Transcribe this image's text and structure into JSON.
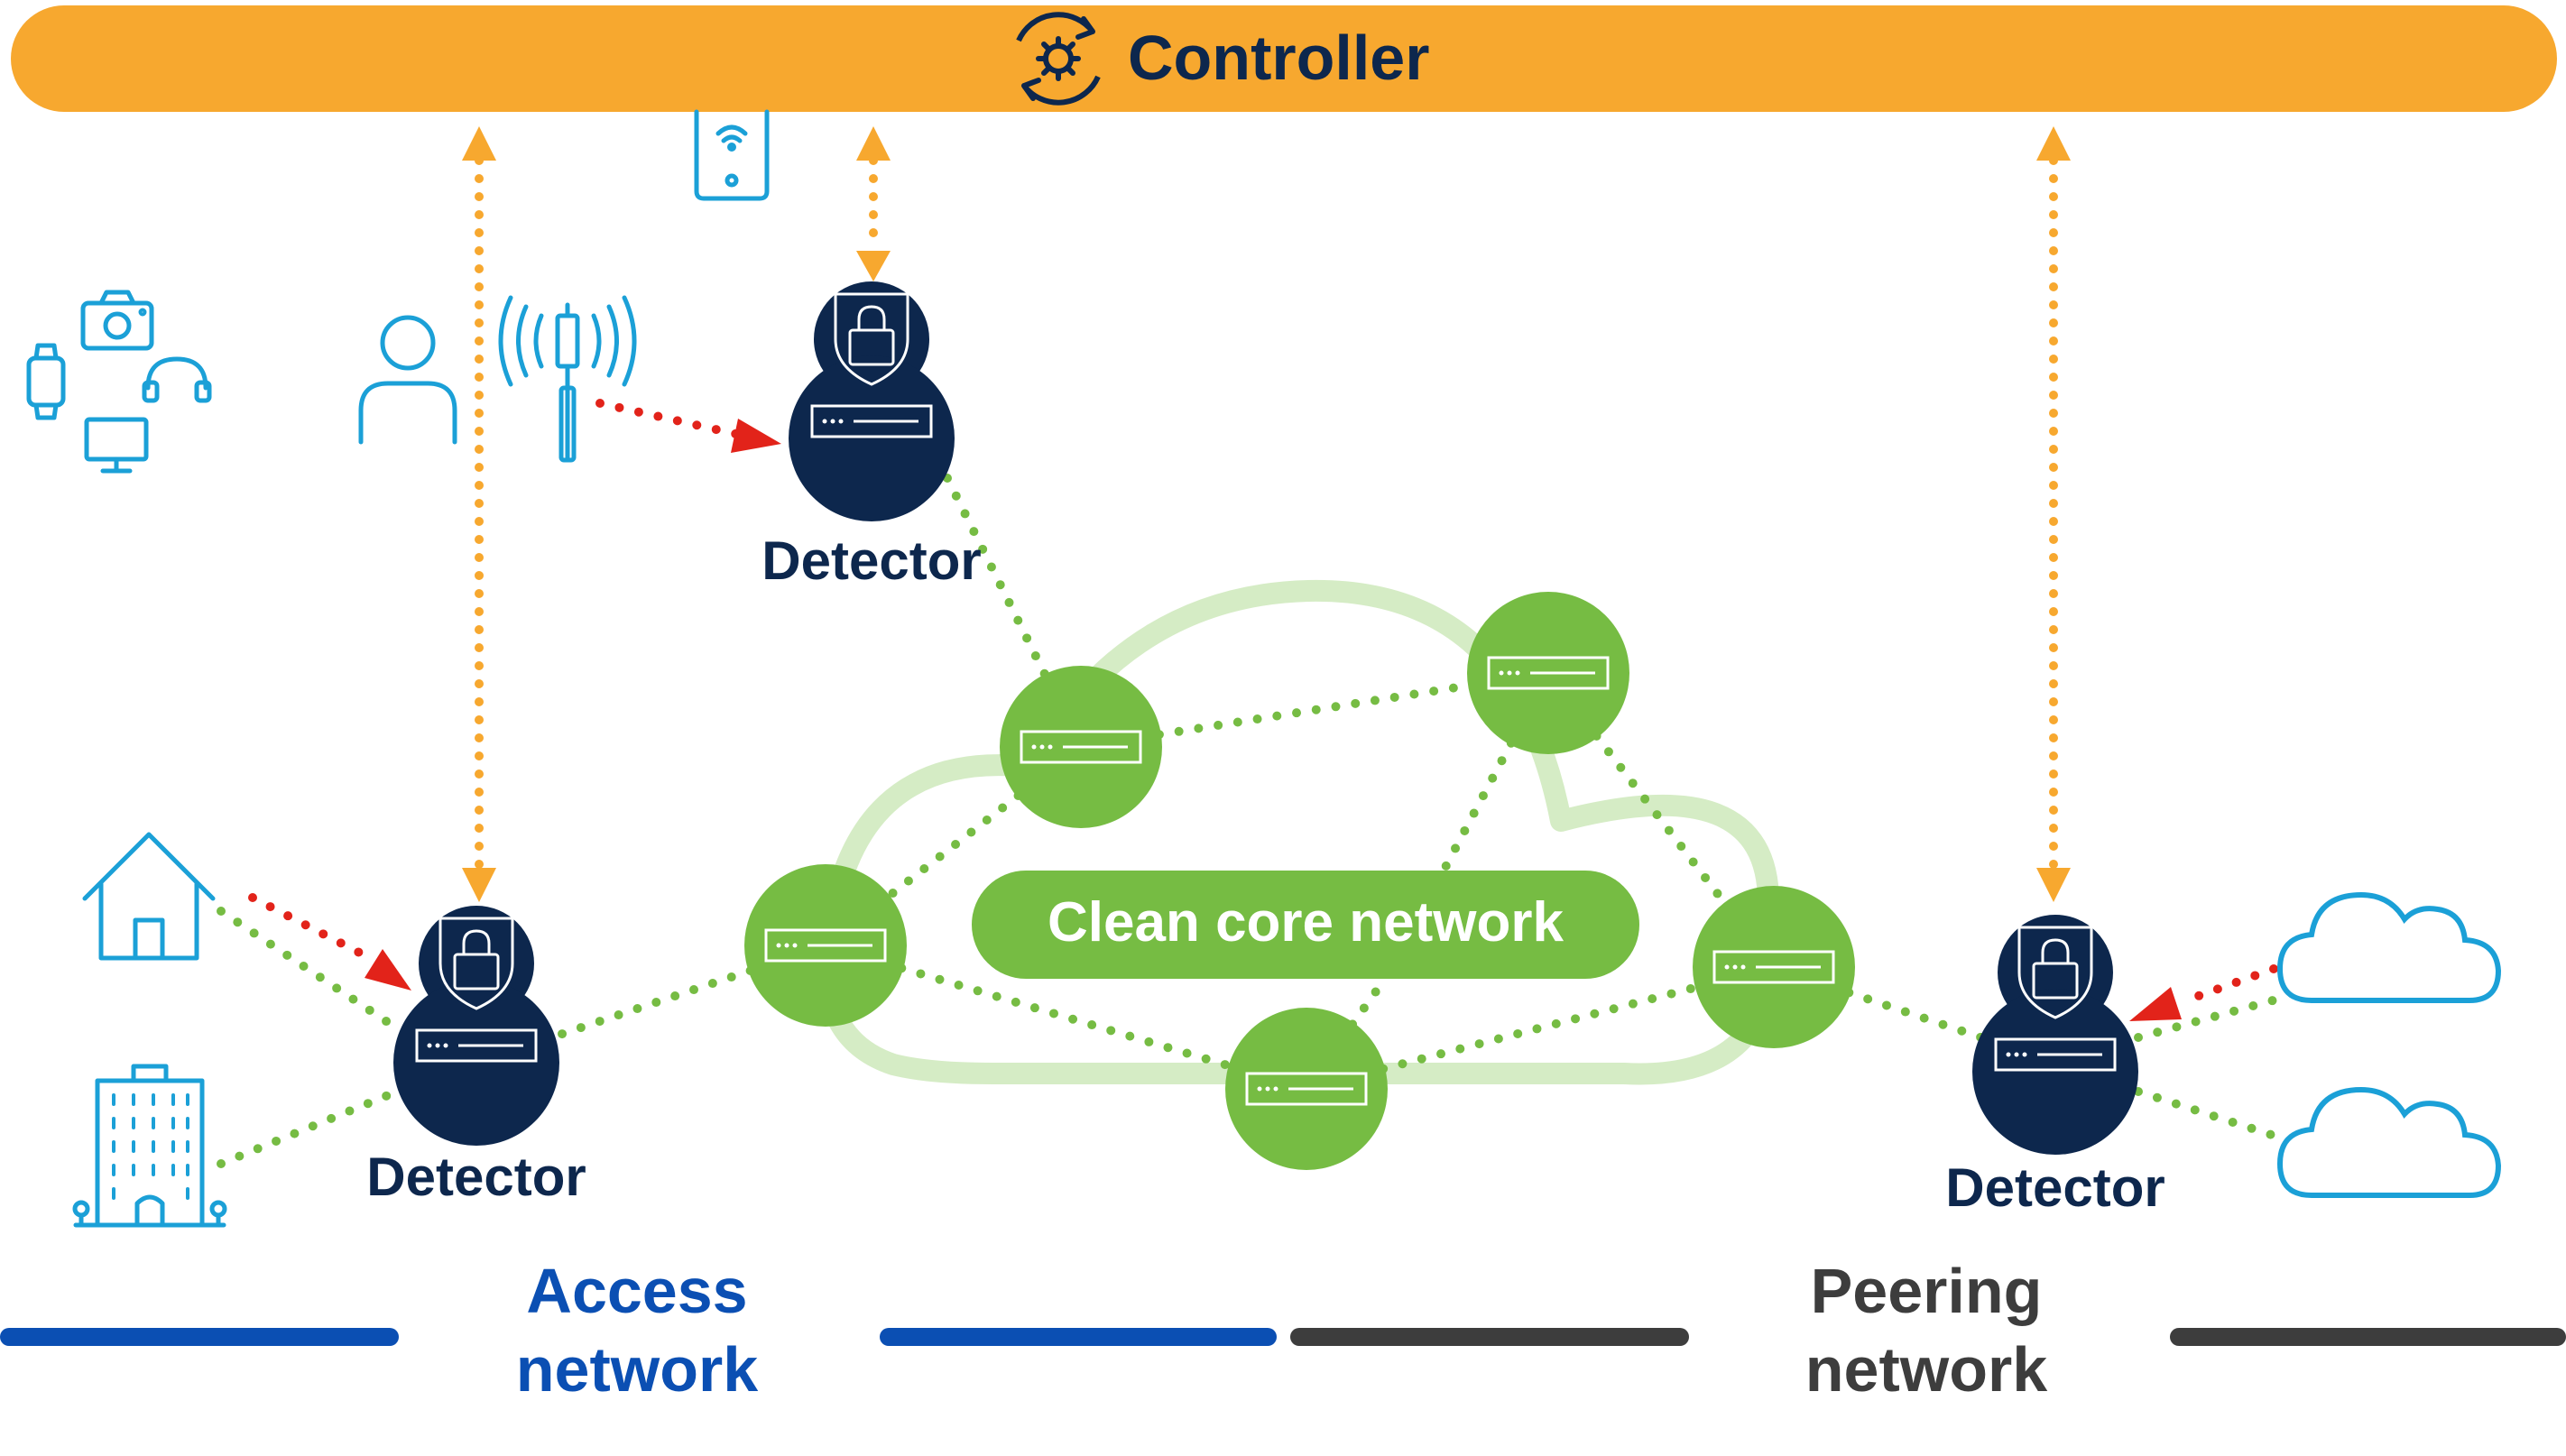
{
  "controller": {
    "label": "Controller",
    "icon": "gear-refresh-icon"
  },
  "detectors": [
    {
      "label": "Detector"
    },
    {
      "label": "Detector"
    },
    {
      "label": "Detector"
    }
  ],
  "core": {
    "label": "Clean core network"
  },
  "segments": {
    "access": {
      "line1": "Access",
      "line2": "network"
    },
    "peering": {
      "line1": "Peering",
      "line2": "network"
    }
  },
  "colors": {
    "controller_bar": "#f7a82f",
    "detector": "#0d274d",
    "router": "#76bc43",
    "cloud_core": "#d5ecc5",
    "attack_arrow": "#e2231a",
    "management_link": "#f7a82f",
    "clean_link": "#76bc43",
    "endpoint_icons": "#1ba0d7",
    "access_line": "#0b4fb3",
    "peering_line": "#3d3d3d"
  },
  "icons": [
    "smartphone-icon",
    "camera-icon",
    "smartwatch-icon",
    "headphones-icon",
    "monitor-icon",
    "user-icon",
    "cell-tower-icon",
    "house-icon",
    "office-building-icon",
    "cloud-icon",
    "lock-shield-icon"
  ]
}
